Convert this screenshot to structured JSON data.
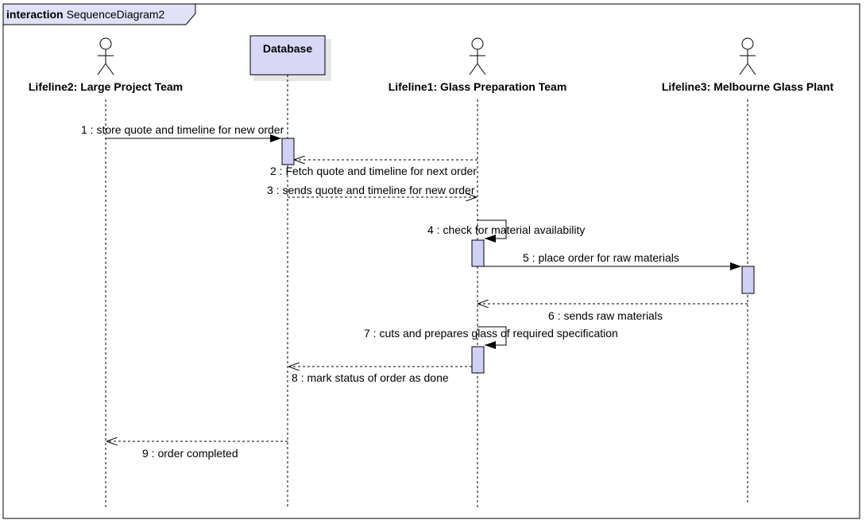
{
  "frame": {
    "keyword": "interaction",
    "name": "SequenceDiagram2"
  },
  "lifelines": [
    {
      "id": "ll2",
      "label": "Lifeline2: Large Project Team",
      "kind": "actor"
    },
    {
      "id": "db",
      "label": "Database",
      "kind": "object"
    },
    {
      "id": "ll1",
      "label": "Lifeline1: Glass Preparation Team",
      "kind": "actor"
    },
    {
      "id": "ll3",
      "label": "Lifeline3: Melbourne Glass Plant",
      "kind": "actor"
    }
  ],
  "messages": [
    {
      "label": "1 : store quote and timeline for new order",
      "from": "ll2",
      "to": "db",
      "style": "sync"
    },
    {
      "label": "2 : Fetch quote and timeline for next order",
      "from": "ll1",
      "to": "db",
      "style": "reply"
    },
    {
      "label": "3 : sends quote and timeline for new order",
      "from": "db",
      "to": "ll1",
      "style": "reply"
    },
    {
      "label": "4 : check for material availability",
      "from": "ll1",
      "to": "ll1",
      "style": "self"
    },
    {
      "label": "5 : place order for raw materials",
      "from": "ll1",
      "to": "ll3",
      "style": "sync"
    },
    {
      "label": "6 : sends raw materials",
      "from": "ll3",
      "to": "ll1",
      "style": "reply"
    },
    {
      "label": "7 : cuts and prepares glass of required specification",
      "from": "ll1",
      "to": "ll1",
      "style": "self"
    },
    {
      "label": "8 : mark status of order as done",
      "from": "ll1",
      "to": "db",
      "style": "reply"
    },
    {
      "label": "9 : order completed",
      "from": "db",
      "to": "ll2",
      "style": "reply"
    }
  ],
  "colors": {
    "activation_fill": "#d0d0f5",
    "frame_tab_fill": "#e0e0f8"
  }
}
